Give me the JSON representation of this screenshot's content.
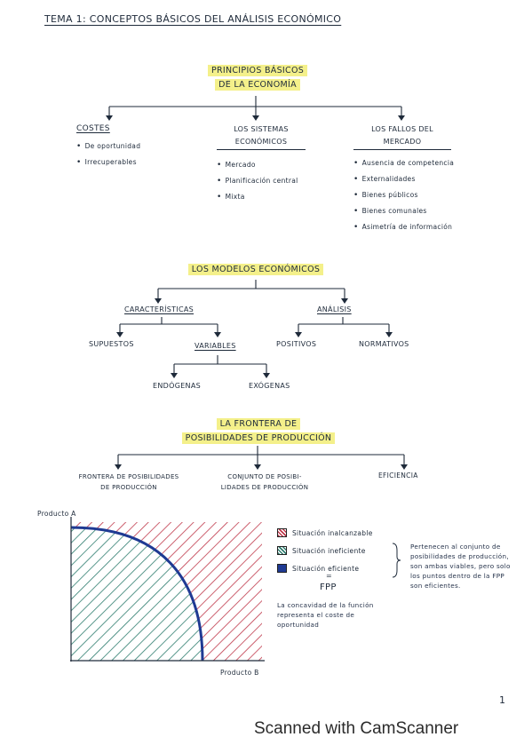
{
  "title": "TEMA 1: CONCEPTOS BÁSICOS DEL ANÁLISIS ECONÓMICO",
  "section1": {
    "heading_line1": "PRINCIPIOS BÁSICOS",
    "heading_line2": "DE LA ECONOMÍA",
    "costes": {
      "label": "COSTES",
      "items": [
        "De oportunidad",
        "Irrecuperables"
      ]
    },
    "sistemas": {
      "label_line1": "LOS SISTEMAS",
      "label_line2": "ECONÓMICOS",
      "items": [
        "Mercado",
        "Planificación central",
        "Mixta"
      ]
    },
    "fallos": {
      "label_line1": "LOS FALLOS DEL",
      "label_line2": "MERCADO",
      "items": [
        "Ausencia de competencia",
        "Externalidades",
        "Bienes públicos",
        "Bienes comunales",
        "Asimetría de información"
      ]
    }
  },
  "section2": {
    "heading": "LOS MODELOS ECONÓMICOS",
    "caracteristicas": "CARACTERÍSTICAS",
    "analisis": "ANÁLISIS",
    "supuestos": "SUPUESTOS",
    "variables": "VARIABLES",
    "positivos": "POSITIVOS",
    "normativos": "NORMATIVOS",
    "endogenas": "ENDÓGENAS",
    "exogenas": "EXÓGENAS"
  },
  "section3": {
    "heading_line1": "LA FRONTERA DE",
    "heading_line2": "POSIBILIDADES DE PRODUCCIÓN",
    "child1_line1": "FRONTERA DE POSIBILIDADES",
    "child1_line2": "DE PRODUCCIÓN",
    "child2_line1": "CONJUNTO DE POSIBI-",
    "child2_line2": "LIDADES DE PRODUCCIÓN",
    "child3": "EFICIENCIA"
  },
  "graph": {
    "y_label": "Producto A",
    "x_label": "Producto B",
    "legend": [
      {
        "label": "Situación inalcanzable",
        "color": "#c0394b"
      },
      {
        "label": "Situación ineficiente",
        "color": "#2e7d6f"
      },
      {
        "label": "Situación eficiente",
        "color": "#1f3a93"
      }
    ],
    "equals": "=",
    "fpp": "FPP",
    "concavity_note": "La concavidad de la función representa el coste de oportunidad",
    "bracket_note": "Pertenecen al conjunto de posibilidades de producción, son ambas viables, pero solo los puntos dentro de la FPP son eficientes."
  },
  "page_number": "1",
  "watermark": "Scanned with CamScanner"
}
